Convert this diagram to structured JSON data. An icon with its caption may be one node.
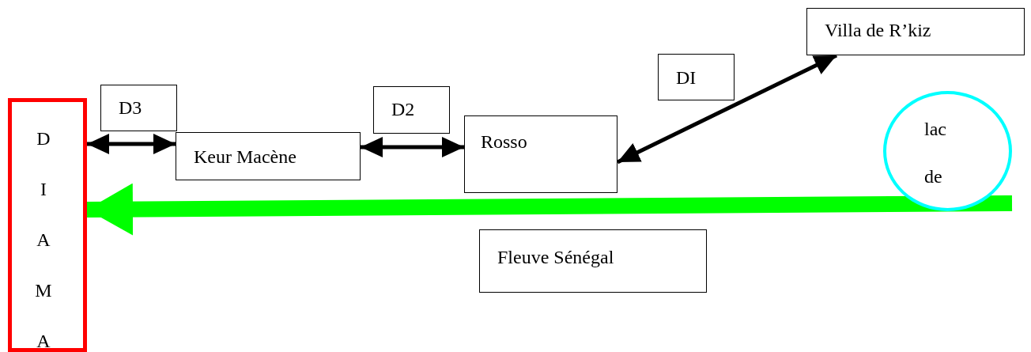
{
  "diagram": {
    "nodes": [
      {
        "text": [
          "D I A M A"
        ]
      },
      {
        "text": [
          "D3"
        ]
      },
      {
        "text": [
          "Keur Macène"
        ]
      },
      {
        "text": [
          "D2"
        ]
      },
      {
        "text": [
          "Rosso"
        ]
      },
      {
        "text": [
          "DI"
        ]
      },
      {
        "text": [
          "Villa de R’kiz"
        ]
      },
      {
        "text": [
          "lac de"
        ]
      },
      {
        "text": [
          "Fleuve Sénégal"
        ]
      }
    ],
    "edges": [
      {
        "from": 0,
        "to": 2,
        "arrow": "both"
      },
      {
        "from": 2,
        "to": 4,
        "arrow": "both"
      },
      {
        "from": 4,
        "to": 6,
        "arrow": "both"
      },
      {
        "from": 7,
        "to": 0,
        "arrow": "to",
        "style": "thick",
        "color": "#00ff00"
      }
    ]
  }
}
